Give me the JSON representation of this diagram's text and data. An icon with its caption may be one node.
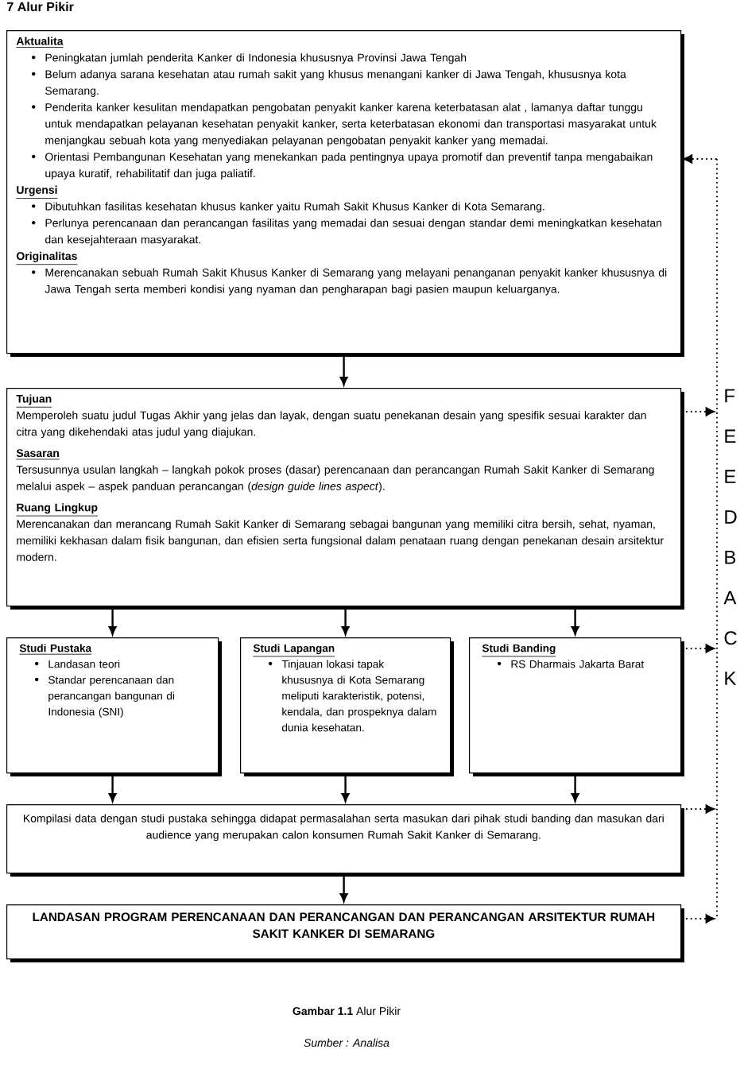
{
  "diagram": {
    "title": "7 Alur Pikir",
    "nodes": [
      {
        "text": [
          "Aktualita",
          "Peningkatan jumlah penderita Kanker di Indonesia khususnya Provinsi Jawa Tengah",
          "Belum adanya sarana kesehatan atau rumah sakit yang khusus menangani kanker di Jawa Tengah, khususnya kota Semarang.",
          "Penderita kanker kesulitan mendapatkan pengobatan penyakit kanker karena keterbatasan alat , lamanya daftar tunggu untuk mendapatkan pelayanan kesehatan penyakit kanker, serta keterbatasan ekonomi dan transportasi masyarakat untuk menjangkau sebuah kota yang menyediakan pelayanan pengobatan penyakit kanker yang memadai.",
          "Orientasi Pembangunan Kesehatan yang menekankan pada pentingnya upaya promotif dan preventif tanpa mengabaikan upaya kuratif, rehabilitatif dan juga paliatif.",
          "Urgensi",
          "Dibutuhkan fasilitas kesehatan khusus kanker yaitu Rumah Sakit Khusus Kanker di Kota Semarang.",
          "Perlunya perencanaan dan perancangan fasilitas yang memadai dan sesuai dengan standar demi meningkatkan kesehatan dan kesejahteraan masyarakat.",
          "Originalitas",
          "Merencanakan sebuah Rumah Sakit Khusus Kanker di Semarang yang melayani penanganan penyakit kanker khususnya di Jawa Tengah serta memberi kondisi yang nyaman dan pengharapan bagi pasien maupun keluarganya."
        ]
      },
      {
        "text": [
          "Tujuan",
          "Memperoleh suatu judul Tugas Akhir yang jelas dan layak, dengan suatu penekanan desain yang spesifik sesuai karakter dan citra yang dikehendaki atas judul yang diajukan.",
          "Sasaran",
          "Tersusunnya usulan langkah – langkah pokok proses (dasar) perencanaan dan perancangan Rumah Sakit Kanker di Semarang melalui aspek – aspek panduan perancangan (*design guide lines aspect*).",
          "Ruang Lingkup",
          "Merencanakan dan merancang Rumah Sakit Kanker di Semarang sebagai bangunan yang memiliki citra bersih, sehat, nyaman, memiliki kekhasan dalam fisik bangunan, dan efisien serta fungsional dalam penataan ruang dengan penekanan desain arsitektur modern."
        ]
      },
      {
        "text": [
          "Studi Pustaka",
          "Landasan teori",
          "Standar perencanaan dan perancangan bangunan di Indonesia (SNI)"
        ]
      },
      {
        "text": [
          "Studi Lapangan",
          "Tinjauan lokasi tapak khususnya di Kota Semarang meliputi karakteristik, potensi, kendala, dan prospeknya dalam dunia kesehatan."
        ]
      },
      {
        "text": [
          "Studi Banding",
          "RS Dharmais Jakarta Barat"
        ]
      },
      {
        "text": [
          "Kompilasi data dengan studi pustaka sehingga didapat permasalahan serta masukan dari pihak studi banding dan masukan dari audience yang merupakan calon konsumen Rumah Sakit Kanker di Semarang."
        ]
      },
      {
        "text": [
          "LANDASAN PROGRAM PERENCANAAN DAN PERANCANGAN DAN PERANCANGAN ARSITEKTUR RUMAH SAKIT KANKER DI SEMARANG"
        ]
      },
      {
        "text": [
          "F",
          "E",
          "E",
          "D",
          "B",
          "A",
          "C",
          "K"
        ]
      }
    ],
    "edges": [
      {
        "from": 0,
        "to": 1,
        "arrow": "to"
      },
      {
        "from": 1,
        "to": 2,
        "arrow": "to"
      },
      {
        "from": 1,
        "to": 3,
        "arrow": "to"
      },
      {
        "from": 1,
        "to": 4,
        "arrow": "to"
      },
      {
        "from": 2,
        "to": 5,
        "arrow": "to"
      },
      {
        "from": 3,
        "to": 5,
        "arrow": "to"
      },
      {
        "from": 4,
        "to": 5,
        "arrow": "to"
      },
      {
        "from": 5,
        "to": 6,
        "arrow": "to"
      },
      {
        "from": 7,
        "to": 0,
        "arrow": "to",
        "style": "dashed"
      },
      {
        "from": 1,
        "to": 7,
        "arrow": "to",
        "style": "dashed"
      },
      {
        "from": 4,
        "to": 7,
        "arrow": "to",
        "style": "dashed"
      },
      {
        "from": 5,
        "to": 7,
        "arrow": "to",
        "style": "dashed"
      },
      {
        "from": 6,
        "to": 7,
        "arrow": "to",
        "style": "dashed"
      }
    ],
    "caption": "**Gambar 1.1** Alur Pikir",
    "labels": [
      "Sumber : Analisa"
    ]
  }
}
